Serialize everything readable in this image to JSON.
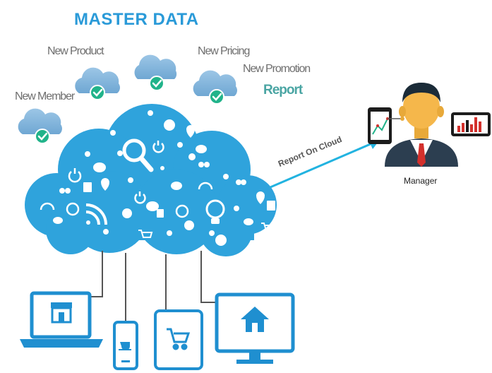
{
  "title": "MASTER DATA",
  "labels": {
    "new_product": "New Product",
    "new_pricing": "New Pricing",
    "new_promotion": "New Promotion",
    "report": "Report",
    "new_member": "New Member",
    "report_on_cloud": "Report On Cloud",
    "manager": "Manager"
  },
  "colors": {
    "title": "#2a9ad8",
    "cloud": "#2fa3dc",
    "small_cloud": "#8ab8dc",
    "check": "#21b38a",
    "device": "#1f8fd0",
    "arrow": "#22b3e0"
  }
}
